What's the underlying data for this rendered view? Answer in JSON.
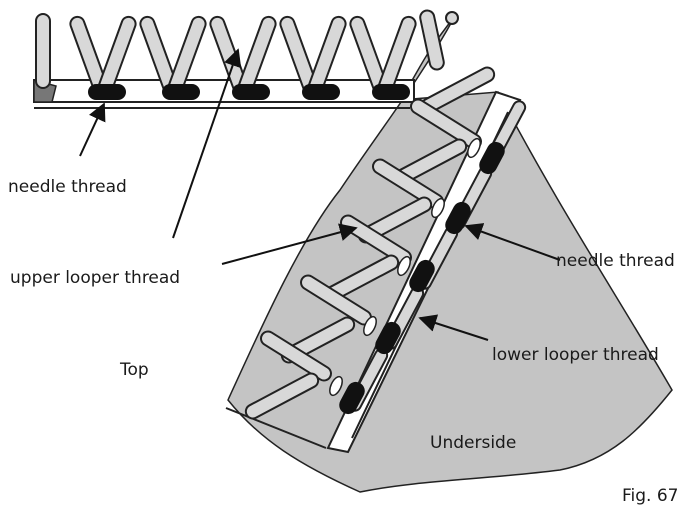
{
  "labels": {
    "needle_thread_top": "needle thread",
    "upper_looper_thread": "upper looper thread",
    "needle_thread_right": "needle thread",
    "lower_looper_thread": "lower looper thread",
    "top": "Top",
    "underside": "Underside",
    "figure": "Fig. 67"
  },
  "colors": {
    "fabric": "#c4c4c4",
    "thread_fill": "#d8d8d8",
    "needle_knot": "#111111",
    "outline": "#222222"
  }
}
